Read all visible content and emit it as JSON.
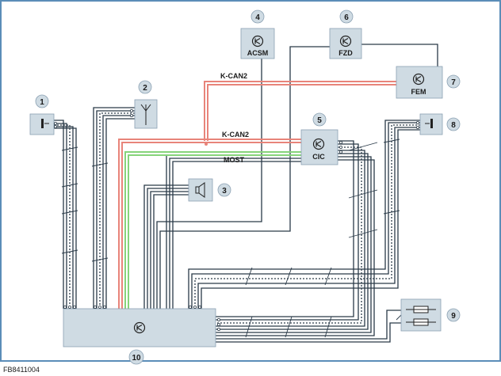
{
  "figure_id": "FB8411004",
  "components": {
    "c1": {
      "num": "1"
    },
    "c2": {
      "num": "2"
    },
    "c3": {
      "num": "3"
    },
    "c4": {
      "num": "4",
      "label": "ACSM"
    },
    "c5": {
      "num": "5",
      "label": "CIC"
    },
    "c6": {
      "num": "6",
      "label": "FZD"
    },
    "c7": {
      "num": "7",
      "label": "FEM"
    },
    "c8": {
      "num": "8"
    },
    "c9": {
      "num": "9"
    },
    "c10": {
      "num": "10"
    }
  },
  "buses": {
    "kcan2_top": "K-CAN2",
    "kcan2_mid": "K-CAN2",
    "most": "MOST"
  },
  "colors": {
    "frame": "#5b8db8",
    "box_fill": "#cfdbe3",
    "wire": "#2a3a48",
    "kcan": "#e8847a",
    "most": "#86d47a"
  },
  "icons": {
    "module": "control-unit-icon",
    "antenna": "antenna-icon",
    "speaker": "speaker-icon",
    "microphone": "microphone-icon",
    "fuse": "fuse-icon"
  }
}
